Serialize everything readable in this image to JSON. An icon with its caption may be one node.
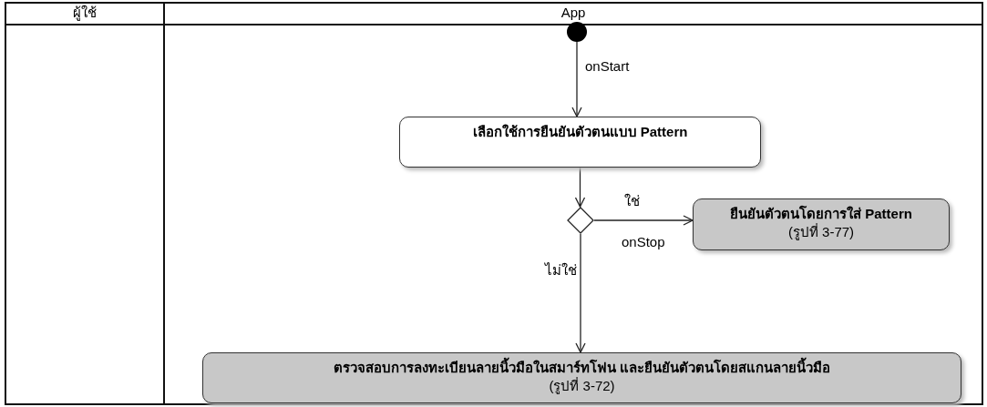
{
  "diagram": {
    "nodes": [
      {
        "text": [
          "ผู้ใช้"
        ]
      },
      {
        "text": [
          "App"
        ]
      },
      {
        "text": [],
        "shape": "circle",
        "in": 1
      },
      {
        "text": [
          "เลือกใช้การยืนยันตัวตนแบบ Pattern"
        ],
        "in": 1
      },
      {
        "text": [],
        "shape": "diamond",
        "in": 1
      },
      {
        "text": [
          "ยืนยันตัวตนโดยการใส่ Pattern",
          "(รูปที่ 3-77)"
        ],
        "in": 1
      },
      {
        "text": [
          "ตรวจสอบการลงทะเบียนลายนิ้วมือในสมาร์ทโฟน และยืนยันตัวตนโดยสแกนลายนิ้วมือ",
          "(รูปที่ 3-72)"
        ],
        "in": 1
      }
    ],
    "edges": [
      {
        "from": 2,
        "to": 3,
        "arrow": "to",
        "label": "onStart"
      },
      {
        "from": 3,
        "to": 4,
        "arrow": "to"
      },
      {
        "from": 4,
        "to": 5,
        "arrow": "to",
        "label": "ใช่"
      },
      {
        "from": 4,
        "to": 6,
        "arrow": "to",
        "label": "ไม่ใช่"
      }
    ],
    "labels": [
      "onStop"
    ]
  }
}
